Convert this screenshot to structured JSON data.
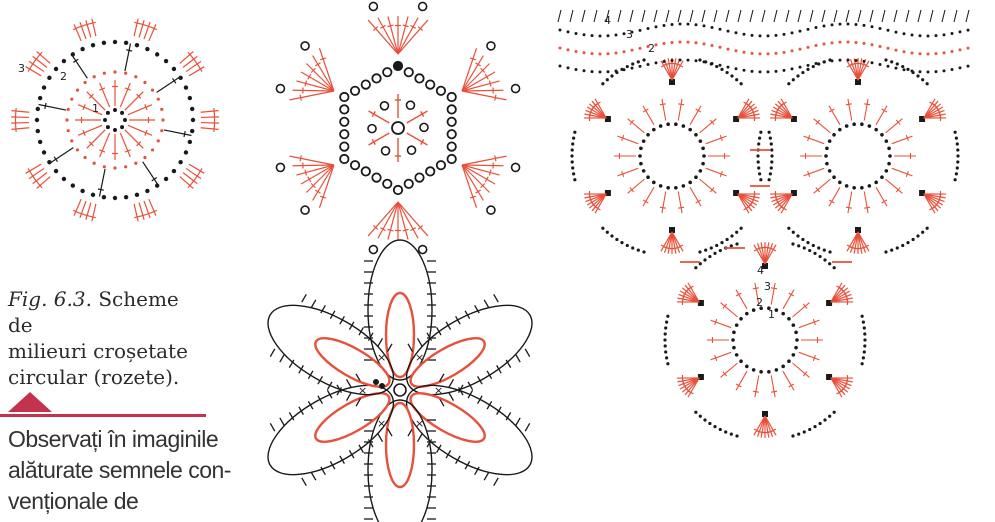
{
  "caption": {
    "figure_ref": "Fig. 6.3.",
    "text_line1": "Scheme de",
    "text_line2": "milieuri croșetate",
    "text_line3": "circular (rozete)."
  },
  "note": {
    "line1": "Observați în imaginile",
    "line2": "alăturate semnele con-",
    "line3": "venționale de"
  },
  "diagram_labels": {
    "d1": [
      "3",
      "2",
      "1"
    ],
    "d3": [
      "4",
      "3",
      "2"
    ],
    "d5": [
      "4",
      "3",
      "2",
      "1"
    ]
  },
  "colors": {
    "red": "#e8503a",
    "black": "#1a1a1a",
    "accent": "#c3334d"
  }
}
